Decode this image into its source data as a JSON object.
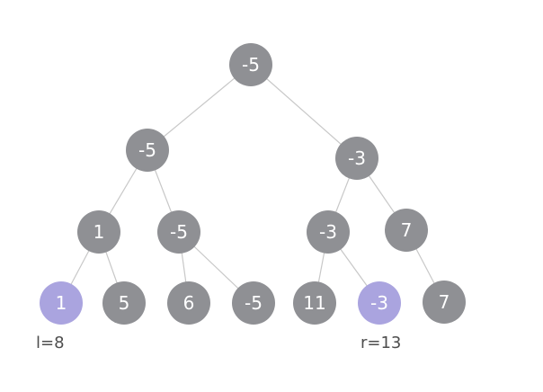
{
  "diagram": {
    "type": "binary-tree",
    "nodes": [
      {
        "value": "-5",
        "level": 0,
        "highlighted": false
      },
      {
        "value": "-5",
        "level": 1,
        "highlighted": false
      },
      {
        "value": "-3",
        "level": 1,
        "highlighted": false
      },
      {
        "value": "1",
        "level": 2,
        "highlighted": false
      },
      {
        "value": "-5",
        "level": 2,
        "highlighted": false
      },
      {
        "value": "-3",
        "level": 2,
        "highlighted": false
      },
      {
        "value": "7",
        "level": 2,
        "highlighted": false
      },
      {
        "value": "1",
        "level": 3,
        "highlighted": true
      },
      {
        "value": "5",
        "level": 3,
        "highlighted": false
      },
      {
        "value": "6",
        "level": 3,
        "highlighted": false
      },
      {
        "value": "-5",
        "level": 3,
        "highlighted": false
      },
      {
        "value": "11",
        "level": 3,
        "highlighted": false
      },
      {
        "value": "-3",
        "level": 3,
        "highlighted": true
      },
      {
        "value": "7",
        "level": 3,
        "highlighted": false
      }
    ],
    "edges": [
      [
        0,
        1
      ],
      [
        0,
        2
      ],
      [
        1,
        3
      ],
      [
        1,
        4
      ],
      [
        2,
        5
      ],
      [
        2,
        6
      ],
      [
        3,
        7
      ],
      [
        3,
        8
      ],
      [
        4,
        9
      ],
      [
        4,
        10
      ],
      [
        5,
        11
      ],
      [
        5,
        12
      ],
      [
        6,
        13
      ]
    ],
    "labels": {
      "left_pointer": "l=8",
      "right_pointer": "r=13"
    },
    "colors": {
      "background": "#ffffff",
      "node_gray": "#8f9094",
      "node_highlight": "#aaa4df",
      "node_text": "#ffffff",
      "edge": "#c8c8c8",
      "label_text": "#4d4d4d"
    }
  }
}
